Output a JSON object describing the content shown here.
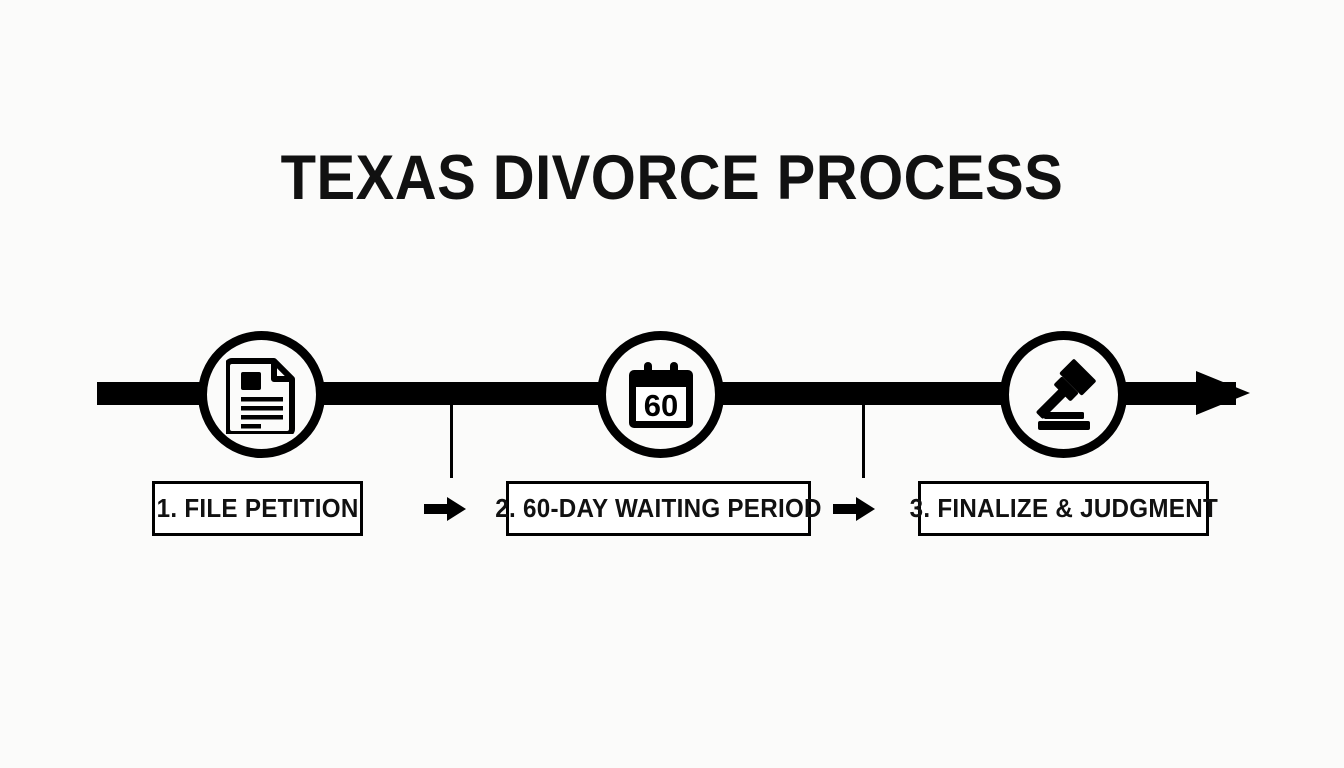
{
  "page": {
    "title": "TEXAS DIVORCE PROCESS",
    "background_color": "#fbfbfa",
    "ink_color": "#000000"
  },
  "timeline": {
    "direction_icon": "right-arrowhead-icon",
    "steps": [
      {
        "number": "1",
        "label": "1. FILE PETITION",
        "icon": "document-petition-icon",
        "icon_caption": ""
      },
      {
        "number": "2",
        "label": "2. 60-DAY WAITING PERIOD",
        "icon": "calendar-icon",
        "icon_caption": "60"
      },
      {
        "number": "3",
        "label": "3. FINALIZE & JUDGMENT",
        "icon": "gavel-icon",
        "icon_caption": ""
      }
    ],
    "connectors": [
      {
        "icon": "right-arrow-icon"
      },
      {
        "icon": "right-arrow-icon"
      }
    ]
  }
}
